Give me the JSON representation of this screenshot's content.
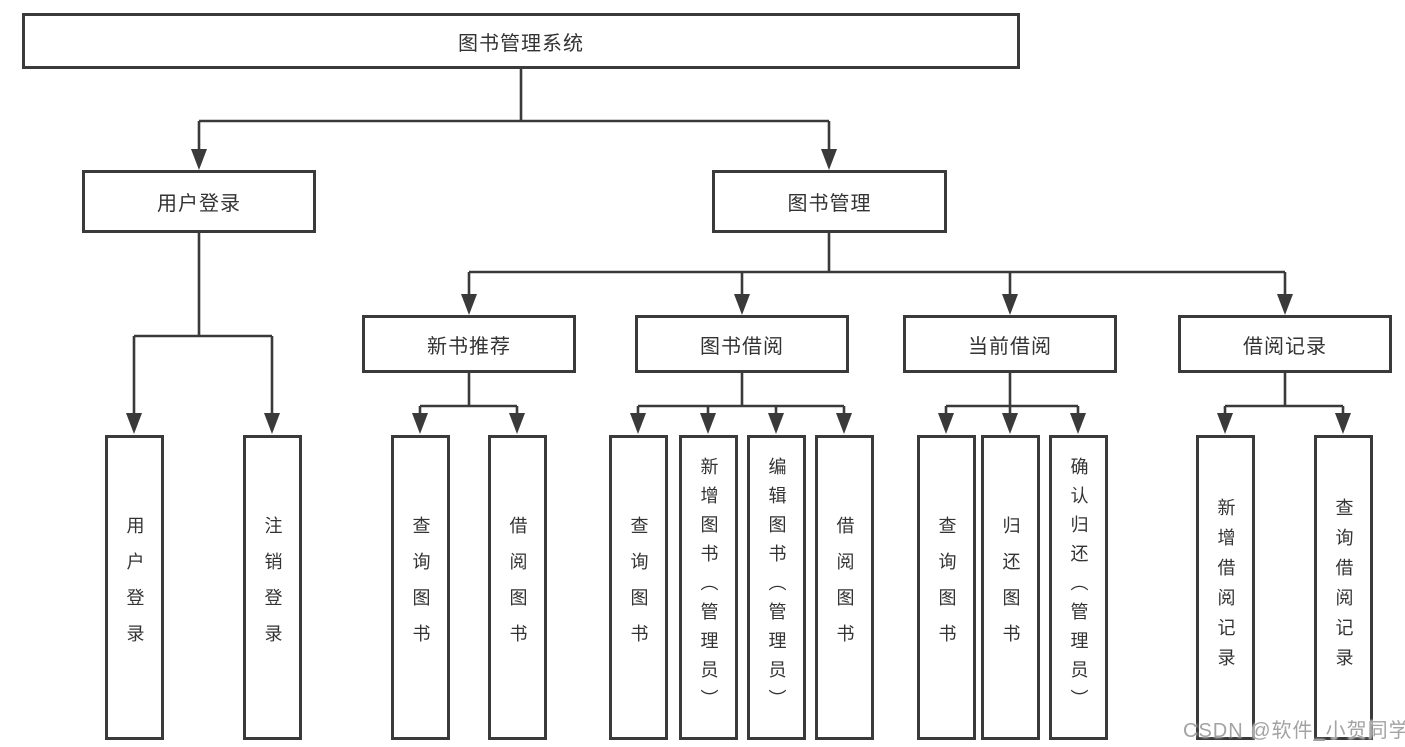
{
  "diagram": {
    "root": {
      "label": "图书管理系统"
    },
    "user_login": {
      "label": "用户登录",
      "children": [
        "用户登录",
        "注销登录"
      ]
    },
    "book_mgmt": {
      "label": "图书管理"
    },
    "new_books": {
      "label": "新书推荐",
      "children": [
        "查询图书",
        "借阅图书"
      ]
    },
    "borrowing": {
      "label": "图书借阅",
      "children": [
        "查询图书",
        "新增图书（管理员）",
        "编辑图书（管理员）",
        "借阅图书"
      ]
    },
    "current": {
      "label": "当前借阅",
      "children": [
        "查询图书",
        "归还图书",
        "确认归还（管理员）"
      ]
    },
    "records": {
      "label": "借阅记录",
      "children": [
        "新增借阅记录",
        "查询借阅记录"
      ]
    }
  },
  "watermark": {
    "text": "CSDN @软件_小贺同学"
  },
  "colors": {
    "line": "#3a3a3a",
    "box_border": "#3a3a3a",
    "text": "#333333",
    "watermark": "#a3a3a3",
    "background": "#ffffff"
  }
}
